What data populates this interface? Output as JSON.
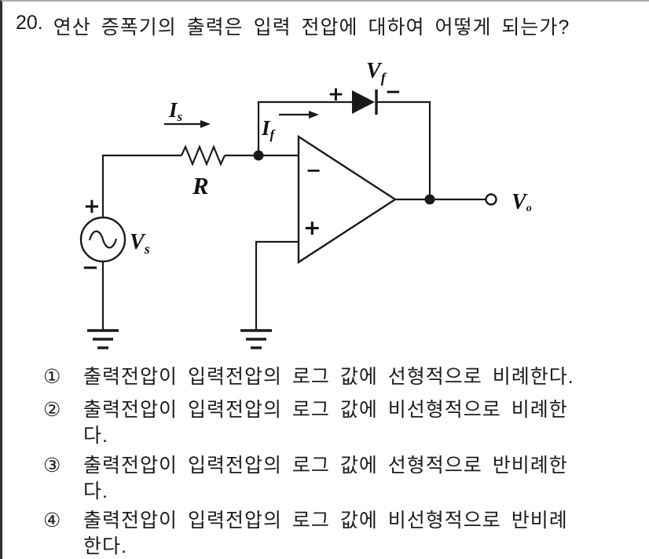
{
  "page": {
    "background": "#ffffff",
    "left_border_color": "#2f2f2f",
    "top_border_color": "#ababab",
    "wire_color": "#1a1a1a"
  },
  "question": {
    "number": "20.",
    "text": "연산 증폭기의 출력은 입력 전압에 대하여 어떻게 되는가?"
  },
  "circuit": {
    "source": {
      "label_main": "V",
      "label_sub": "s",
      "plus": "+",
      "minus": "−"
    },
    "resistor": {
      "label": "R"
    },
    "input_current": {
      "label_main": "I",
      "label_sub": "s"
    },
    "feedback_current": {
      "label_main": "I",
      "label_sub": "f"
    },
    "feedback_diode": {
      "label_main": "V",
      "label_sub": "f",
      "plus": "+",
      "minus": "−"
    },
    "opamp": {
      "inverting_sign": "−",
      "noninverting_sign": "+"
    },
    "output": {
      "label_main": "V",
      "label_sub": "o"
    }
  },
  "choices": [
    {
      "num": "①",
      "lines": [
        "출력전압이 입력전압의 로그 값에 선형적으로 비례한다."
      ]
    },
    {
      "num": "②",
      "lines": [
        "출력전압이 입력전압의 로그 값에 비선형적으로 비례한",
        "다."
      ]
    },
    {
      "num": "③",
      "lines": [
        "출력전압이 입력전압의 로그 값에 선형적으로 반비례한",
        "다."
      ]
    },
    {
      "num": "④",
      "lines": [
        "출력전압이 입력전압의 로그 값에 비선형적으로 반비례",
        "한다."
      ]
    }
  ]
}
